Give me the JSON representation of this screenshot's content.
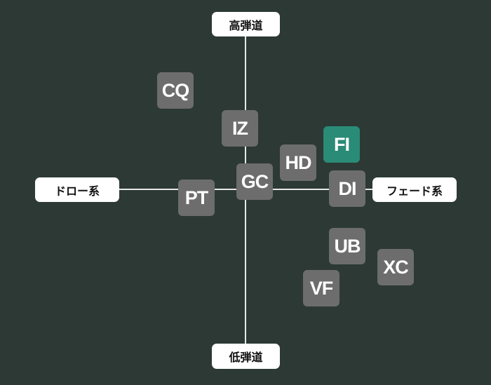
{
  "axes": {
    "top": "高弾道",
    "bottom": "低弾道",
    "left": "ドロー系",
    "right": "フェード系"
  },
  "colors": {
    "background": "#2c3935",
    "item": "#6d6d6d",
    "highlight": "#2a8b77"
  },
  "items": [
    {
      "label": "CQ",
      "highlighted": false
    },
    {
      "label": "IZ",
      "highlighted": false
    },
    {
      "label": "FI",
      "highlighted": true
    },
    {
      "label": "HD",
      "highlighted": false
    },
    {
      "label": "GC",
      "highlighted": false
    },
    {
      "label": "DI",
      "highlighted": false
    },
    {
      "label": "PT",
      "highlighted": false
    },
    {
      "label": "UB",
      "highlighted": false
    },
    {
      "label": "XC",
      "highlighted": false
    },
    {
      "label": "VF",
      "highlighted": false
    }
  ]
}
